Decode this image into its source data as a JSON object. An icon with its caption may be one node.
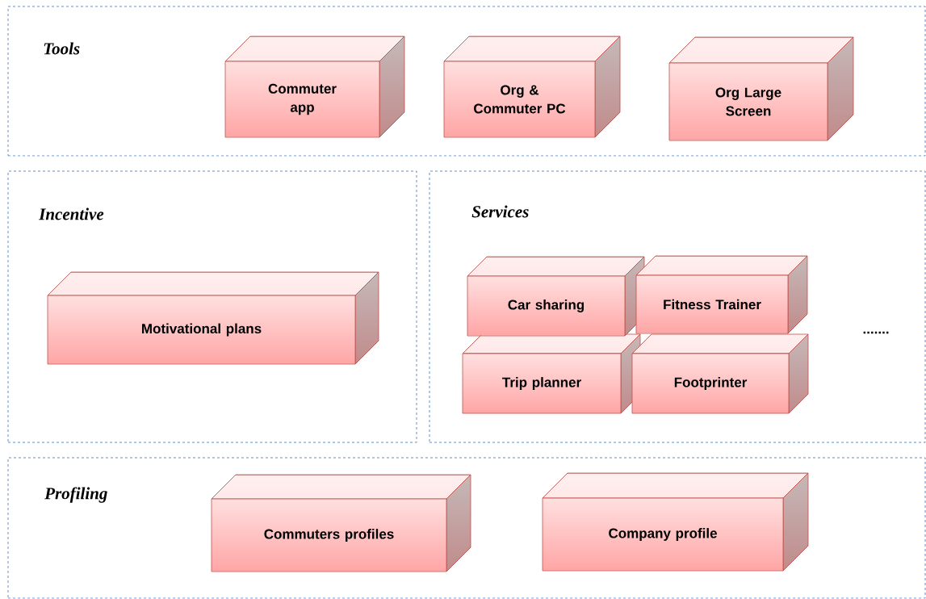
{
  "diagram": {
    "nodes": [
      {
        "text": [
          "Tools"
        ]
      },
      {
        "text": [
          "Commuter app"
        ],
        "in": 0
      },
      {
        "text": [
          "Org & Commuter PC"
        ],
        "in": 0
      },
      {
        "text": [
          "Org Large Screen"
        ],
        "in": 0
      },
      {
        "text": [
          "Incentive"
        ]
      },
      {
        "text": [
          "Motivational plans"
        ],
        "in": 4
      },
      {
        "text": [
          "Services"
        ]
      },
      {
        "text": [
          "Car sharing"
        ],
        "in": 6
      },
      {
        "text": [
          "Fitness Trainer"
        ],
        "in": 6
      },
      {
        "text": [
          "Trip planner"
        ],
        "in": 6
      },
      {
        "text": [
          "Footprinter"
        ],
        "in": 6
      },
      {
        "text": [
          "Profiling"
        ]
      },
      {
        "text": [
          "Commuters profiles"
        ],
        "in": 11
      },
      {
        "text": [
          "Company profile"
        ],
        "in": 11
      }
    ],
    "labels": [
      "......."
    ]
  }
}
